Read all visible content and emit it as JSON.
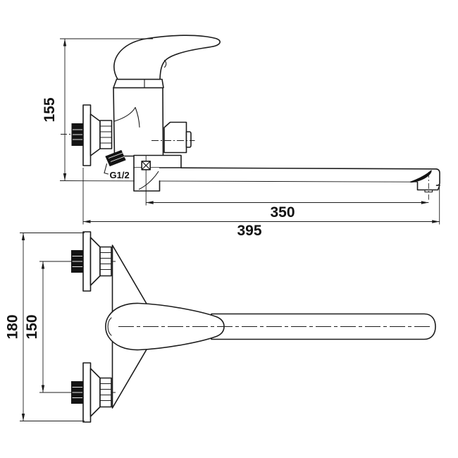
{
  "page": {
    "background": "#ffffff",
    "line_color": "#1c1c1c"
  },
  "side_view": {
    "dim_height": "155",
    "dim_spout": "350",
    "dim_total": "395",
    "thread_label": "G1/2"
  },
  "plan_view": {
    "dim_span": "180",
    "dim_centers": "150"
  }
}
